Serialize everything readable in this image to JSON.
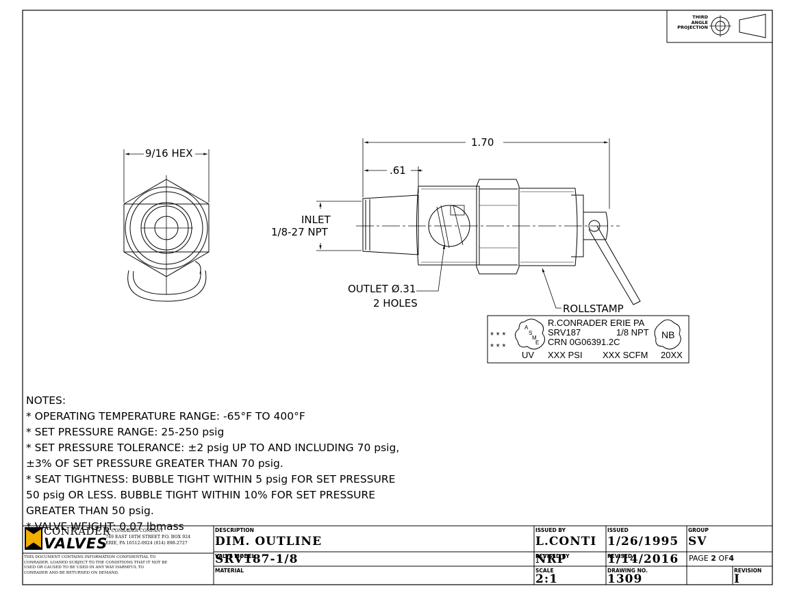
{
  "projection": {
    "line1": "THIRD",
    "line2": "ANGLE",
    "line3": "PROJECTION"
  },
  "dims": {
    "hex": "9/16 HEX",
    "overall": "1.70",
    "inlet_len": ".61",
    "inlet_label1": "INLET",
    "inlet_label2": "1/8-27 NPT",
    "outlet1": "OUTLET Ø.31",
    "outlet2": "2 HOLES",
    "rollstamp": "ROLLSTAMP"
  },
  "stamp": {
    "stars1": "* * *",
    "stars2": "* * *",
    "maker": "R.CONRADER  ERIE PA",
    "model": "SRV187",
    "npt": "1/8 NPT",
    "crn": "CRN 0G06391.2C",
    "uv": "UV",
    "psi": "XXX PSI",
    "scfm": "XXX SCFM",
    "year": "20XX",
    "asme_a": "A",
    "asme_s": "S",
    "asme_m": "M",
    "asme_e": "E",
    "nb": "NB"
  },
  "notes": {
    "heading": "NOTES:",
    "lines": [
      "* OPERATING TEMPERATURE RANGE: -65°F TO 400°F",
      "* SET PRESSURE RANGE: 25-250 psig",
      "* SET PRESSURE TOLERANCE: ±2 psig UP TO AND INCLUDING 70 psig,",
      "±3% OF SET PRESSURE GREATER THAN 70 psig.",
      "* SEAT TIGHTNESS: BUBBLE TIGHT WITHIN 5 psig FOR SET PRESSURE",
      "50 psig OR LESS. BUBBLE TIGHT WITHIN 10% FOR SET PRESSURE",
      "GREATER THAN 50 psig.",
      "* VALVE WEIGHT: 0.07 lbmass"
    ]
  },
  "title_block": {
    "logo_top": "CONRADER",
    "logo_bottom": "VALVES",
    "company": "R. CONRADER COMPANY",
    "address1": "749 EAST 18TH STREET P.O. BOX 924",
    "address2": "ERIE, PA 16512-0924 (814) 898-2727",
    "legal": [
      "THIS DOCUMENT CONTAINS INFORMATION CONFIDENTIAL TO",
      "CONRADER. LOANED SUBJECT TO THE CONDITIONS THAT IT NOT BE",
      "USED OR CAUSED TO BE USED IN ANY WAY  HARMFUL TO",
      "CONRADER AND BE  RETURNED ON DEMAND."
    ],
    "description_label": "DESCRIPTION",
    "description": "DIM. OUTLINE",
    "valve_model_label": "VALVE MODEL",
    "valve_model": "SRV187-1/8",
    "material_label": "MATERIAL",
    "material": "",
    "issued_by_label": "ISSUED BY",
    "issued_by": "L.CONTI",
    "revised_by_label": "REVISED BY",
    "revised_by": "NRP",
    "scale_label": "SCALE",
    "scale": "2:1",
    "issued_label": "ISSUED",
    "issued": "1/26/1995",
    "revised_label": "REVISED",
    "revised": "1/14/2016",
    "drawing_no_label": "DRAWING NO.",
    "drawing_no": "1309",
    "group_label": "GROUP",
    "group": "SV",
    "page_prefix": "PAGE",
    "page_num": "2",
    "page_of": "OF",
    "page_total": "4",
    "revision_label": "REVISION",
    "revision": "I"
  }
}
